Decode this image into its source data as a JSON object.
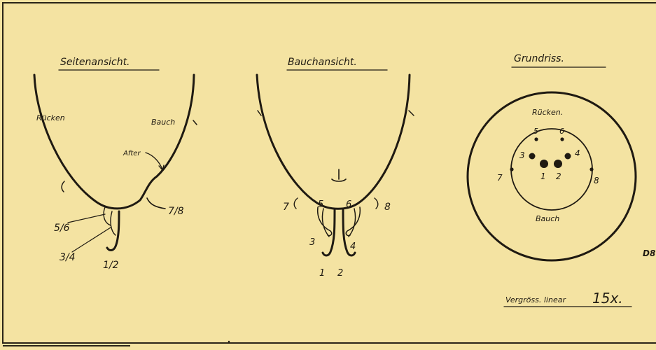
{
  "plate": {
    "side_view": {
      "title": "Seitenansicht.",
      "labels": {
        "back": "Rücken",
        "belly": "Bauch",
        "anus": "After",
        "n_7_8": "7/8",
        "n_5_6": "5/6",
        "n_3_4": "3/4",
        "n_1_2": "1/2"
      }
    },
    "ventral_view": {
      "title": "Bauchansicht.",
      "numbers": [
        "7",
        "5",
        "6",
        "8",
        "3",
        "4",
        "1",
        "2"
      ]
    },
    "ground_plan": {
      "title": "Grundriss.",
      "labels": {
        "back": "Rücken.",
        "belly": "Bauch"
      },
      "numbers": [
        "5",
        "6",
        "3",
        "4",
        "7",
        "1",
        "2",
        "8"
      ]
    },
    "magnification": {
      "text": "Vergröss. linear",
      "value": "15x."
    },
    "margin_mark": "D8"
  },
  "colors": {
    "paper": "#f4e3a2",
    "ink": "#1f1a12",
    "border": "#2a2418"
  }
}
